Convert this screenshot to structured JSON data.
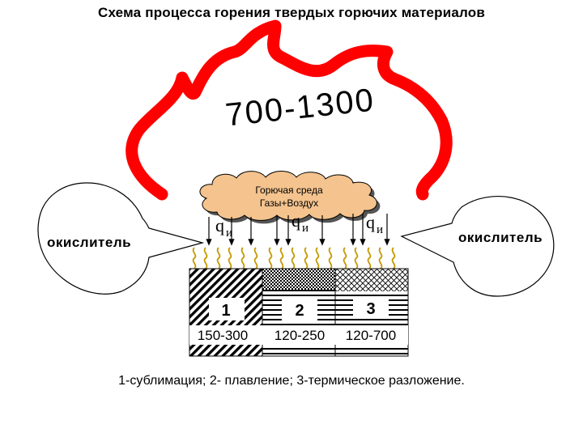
{
  "title": "Схема процесса горения твердых горючих материалов",
  "flame_temperature": "700-1300",
  "cloud": {
    "line1": "Горючая среда",
    "line2": "Газы+Воздух"
  },
  "oxidizer_left": "окислитель",
  "oxidizer_right": "окислитель",
  "heat_flux_label": "q",
  "heat_flux_subscript": "и",
  "materials": [
    {
      "number": "1",
      "range": "150-300"
    },
    {
      "number": "2",
      "range": "120-250"
    },
    {
      "number": "3",
      "range": "120-700"
    }
  ],
  "caption": "1-сублимация; 2- плавление; 3-термическое разложение.",
  "colors": {
    "flame": "#ff0000",
    "cloud": "#f4c38e",
    "ink": "#000000"
  }
}
